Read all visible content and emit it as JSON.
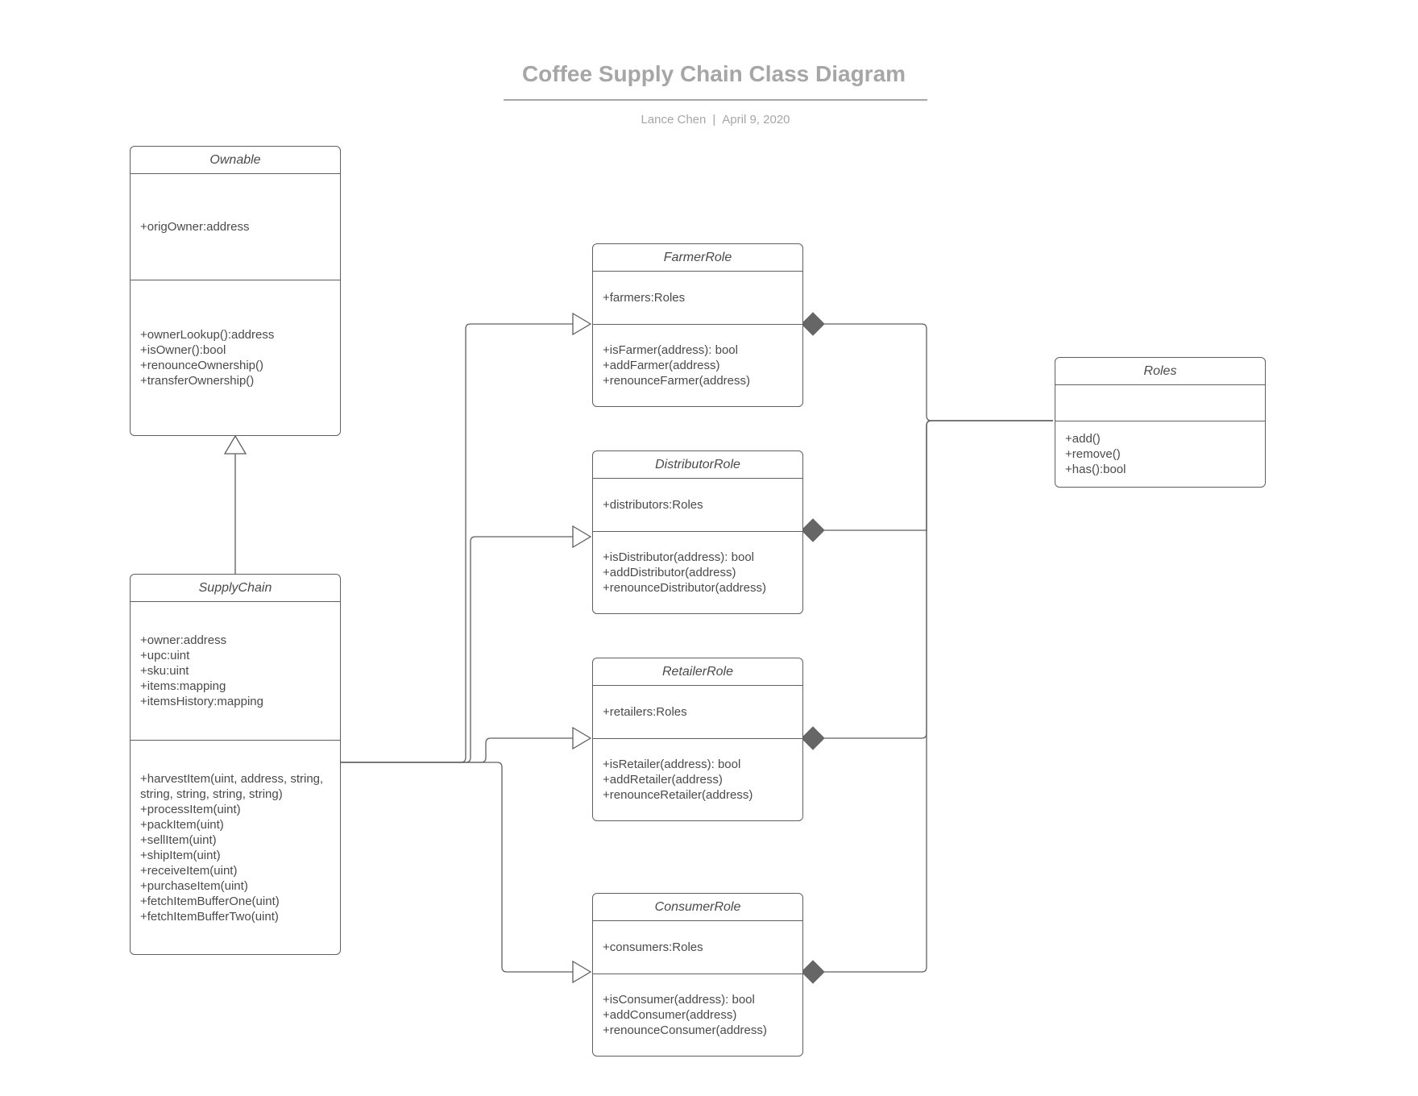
{
  "diagram": {
    "title": "Coffee Supply Chain Class Diagram",
    "author": "Lance Chen",
    "separator": "|",
    "date": "April 9, 2020",
    "line_color": "#5f5f5f",
    "title_color": "#a6a6a6"
  },
  "classes": {
    "ownable": {
      "name": "Ownable",
      "attributes": [
        "+origOwner:address"
      ],
      "operations": [
        "+ownerLookup():address",
        "+isOwner():bool",
        "+renounceOwnership()",
        "+transferOwnership()"
      ]
    },
    "supplychain": {
      "name": "SupplyChain",
      "attributes": [
        "+owner:address",
        "+upc:uint",
        "+sku:uint",
        "+items:mapping",
        "+itemsHistory:mapping"
      ],
      "operations": [
        "+harvestItem(uint, address, string, string, string, string, string)",
        "+processItem(uint)",
        "+packItem(uint)",
        "+sellItem(uint)",
        "+shipItem(uint)",
        "+receiveItem(uint)",
        "+purchaseItem(uint)",
        "+fetchItemBufferOne(uint)",
        "+fetchItemBufferTwo(uint)"
      ]
    },
    "farmerrole": {
      "name": "FarmerRole",
      "attributes": [
        "+farmers:Roles"
      ],
      "operations": [
        "+isFarmer(address): bool",
        "+addFarmer(address)",
        "+renounceFarmer(address)"
      ]
    },
    "distributorrole": {
      "name": "DistributorRole",
      "attributes": [
        "+distributors:Roles"
      ],
      "operations": [
        "+isDistributor(address): bool",
        "+addDistributor(address)",
        "+renounceDistributor(address)"
      ]
    },
    "retailerrole": {
      "name": "RetailerRole",
      "attributes": [
        "+retailers:Roles"
      ],
      "operations": [
        "+isRetailer(address): bool",
        "+addRetailer(address)",
        "+renounceRetailer(address)"
      ]
    },
    "consumerrole": {
      "name": "ConsumerRole",
      "attributes": [
        "+consumers:Roles"
      ],
      "operations": [
        "+isConsumer(address): bool",
        "+addConsumer(address)",
        "+renounceConsumer(address)"
      ]
    },
    "roles": {
      "name": "Roles",
      "attributes": [],
      "operations": [
        "+add()",
        "+remove()",
        "+has():bool"
      ]
    }
  },
  "relationships": [
    {
      "type": "inheritance",
      "from": "SupplyChain",
      "to": "Ownable"
    },
    {
      "type": "inheritance",
      "from": "SupplyChain",
      "to": "FarmerRole"
    },
    {
      "type": "inheritance",
      "from": "SupplyChain",
      "to": "DistributorRole"
    },
    {
      "type": "inheritance",
      "from": "SupplyChain",
      "to": "RetailerRole"
    },
    {
      "type": "inheritance",
      "from": "SupplyChain",
      "to": "ConsumerRole"
    },
    {
      "type": "composition",
      "from": "Roles",
      "to": "FarmerRole"
    },
    {
      "type": "composition",
      "from": "Roles",
      "to": "DistributorRole"
    },
    {
      "type": "composition",
      "from": "Roles",
      "to": "RetailerRole"
    },
    {
      "type": "composition",
      "from": "Roles",
      "to": "ConsumerRole"
    }
  ]
}
